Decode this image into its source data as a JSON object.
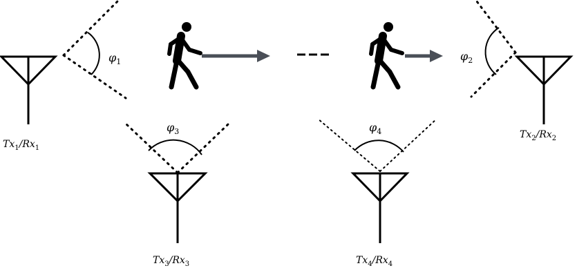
{
  "antennas": [
    {
      "label_main": "Tx",
      "label_sub1": "1",
      "label_sep": "/Rx",
      "label_sub2": "1"
    },
    {
      "label_main": "Tx",
      "label_sub1": "2",
      "label_sep": "/Rx",
      "label_sub2": "2"
    },
    {
      "label_main": "Tx",
      "label_sub1": "3",
      "label_sep": "/Rx",
      "label_sub2": "3"
    },
    {
      "label_main": "Tx",
      "label_sub1": "4",
      "label_sep": "/Rx",
      "label_sub2": "4"
    }
  ],
  "angles": [
    {
      "symbol": "φ",
      "sub": "1"
    },
    {
      "symbol": "φ",
      "sub": "2"
    },
    {
      "symbol": "φ",
      "sub": "3"
    },
    {
      "symbol": "φ",
      "sub": "4"
    }
  ],
  "colors": {
    "line": "#000000",
    "arrow": "#4a4f57",
    "figure": "#000000"
  }
}
